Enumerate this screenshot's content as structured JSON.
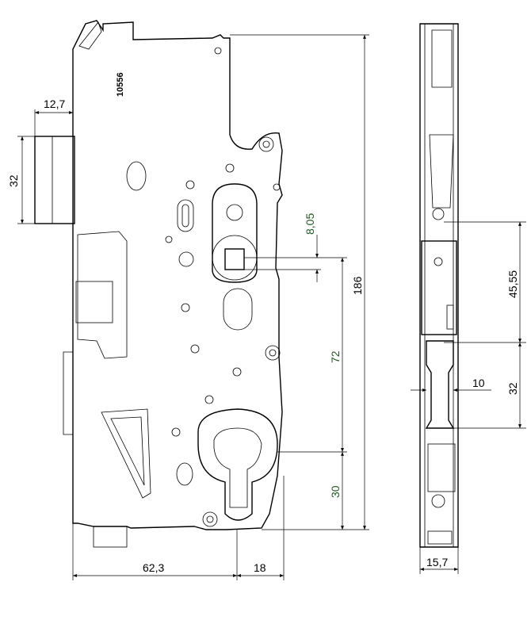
{
  "drawing": {
    "part_number": "10556",
    "front_view": {
      "dimensions": {
        "latch_depth": "12,7",
        "latch_height": "32",
        "overall_height": "186",
        "handle_offset": "8,05",
        "handle_to_cylinder": "72",
        "cylinder_to_bottom": "30",
        "backset": "62,3",
        "cylinder_offset": "18"
      }
    },
    "side_view": {
      "dimensions": {
        "upper_spacing": "45,55",
        "lower_spacing": "32",
        "bolt_projection": "10",
        "width": "15,7"
      }
    }
  }
}
